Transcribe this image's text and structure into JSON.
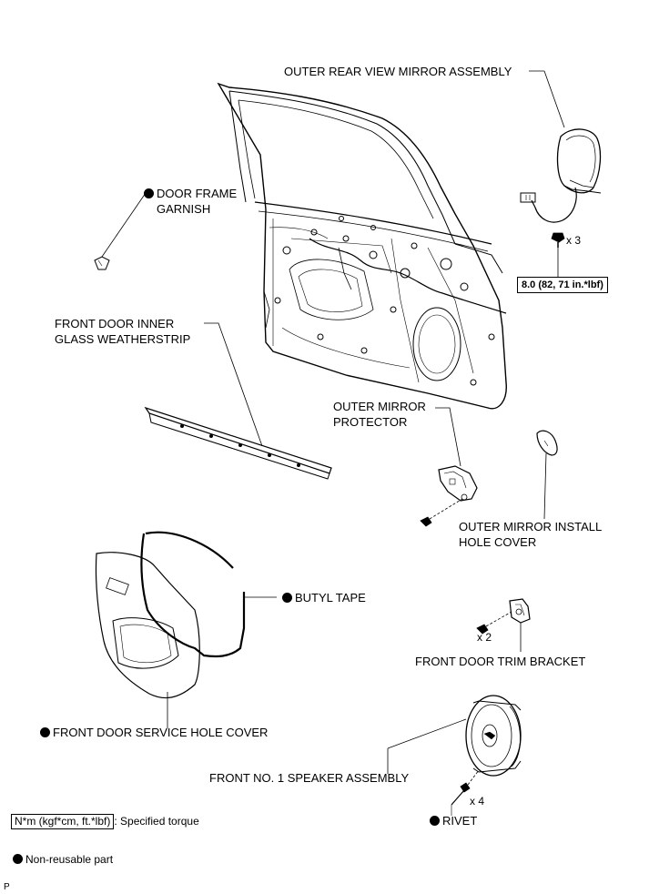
{
  "labels": {
    "mirror_assembly": "OUTER REAR VIEW MIRROR ASSEMBLY",
    "door_frame_garnish": [
      "DOOR FRAME",
      "GARNISH"
    ],
    "glass_weatherstrip": [
      "FRONT DOOR INNER",
      "GLASS WEATHERSTRIP"
    ],
    "mirror_protector": [
      "OUTER MIRROR",
      "PROTECTOR"
    ],
    "install_hole_cover": [
      "OUTER MIRROR INSTALL",
      "HOLE COVER"
    ],
    "butyl_tape": "BUTYL TAPE",
    "trim_bracket": "FRONT DOOR TRIM BRACKET",
    "service_hole_cover": "FRONT DOOR SERVICE HOLE COVER",
    "speaker_assembly": "FRONT NO. 1 SPEAKER ASSEMBLY",
    "rivet": "RIVET"
  },
  "quantities": {
    "mirror_bolts": "x 3",
    "bracket_screws": "x 2",
    "rivets": "x 4"
  },
  "torque": {
    "mirror_bolts": "8.0 (82, 71 in.*lbf)"
  },
  "legend": {
    "torque_unit": "N*m (kgf*cm, ft.*lbf)",
    "torque_desc": ": Specified torque",
    "non_reusable": "Non-reusable part"
  },
  "footer_code": "P",
  "non_reusable_parts": [
    "DOOR FRAME GARNISH",
    "BUTYL TAPE",
    "FRONT DOOR SERVICE HOLE COVER",
    "RIVET"
  ]
}
